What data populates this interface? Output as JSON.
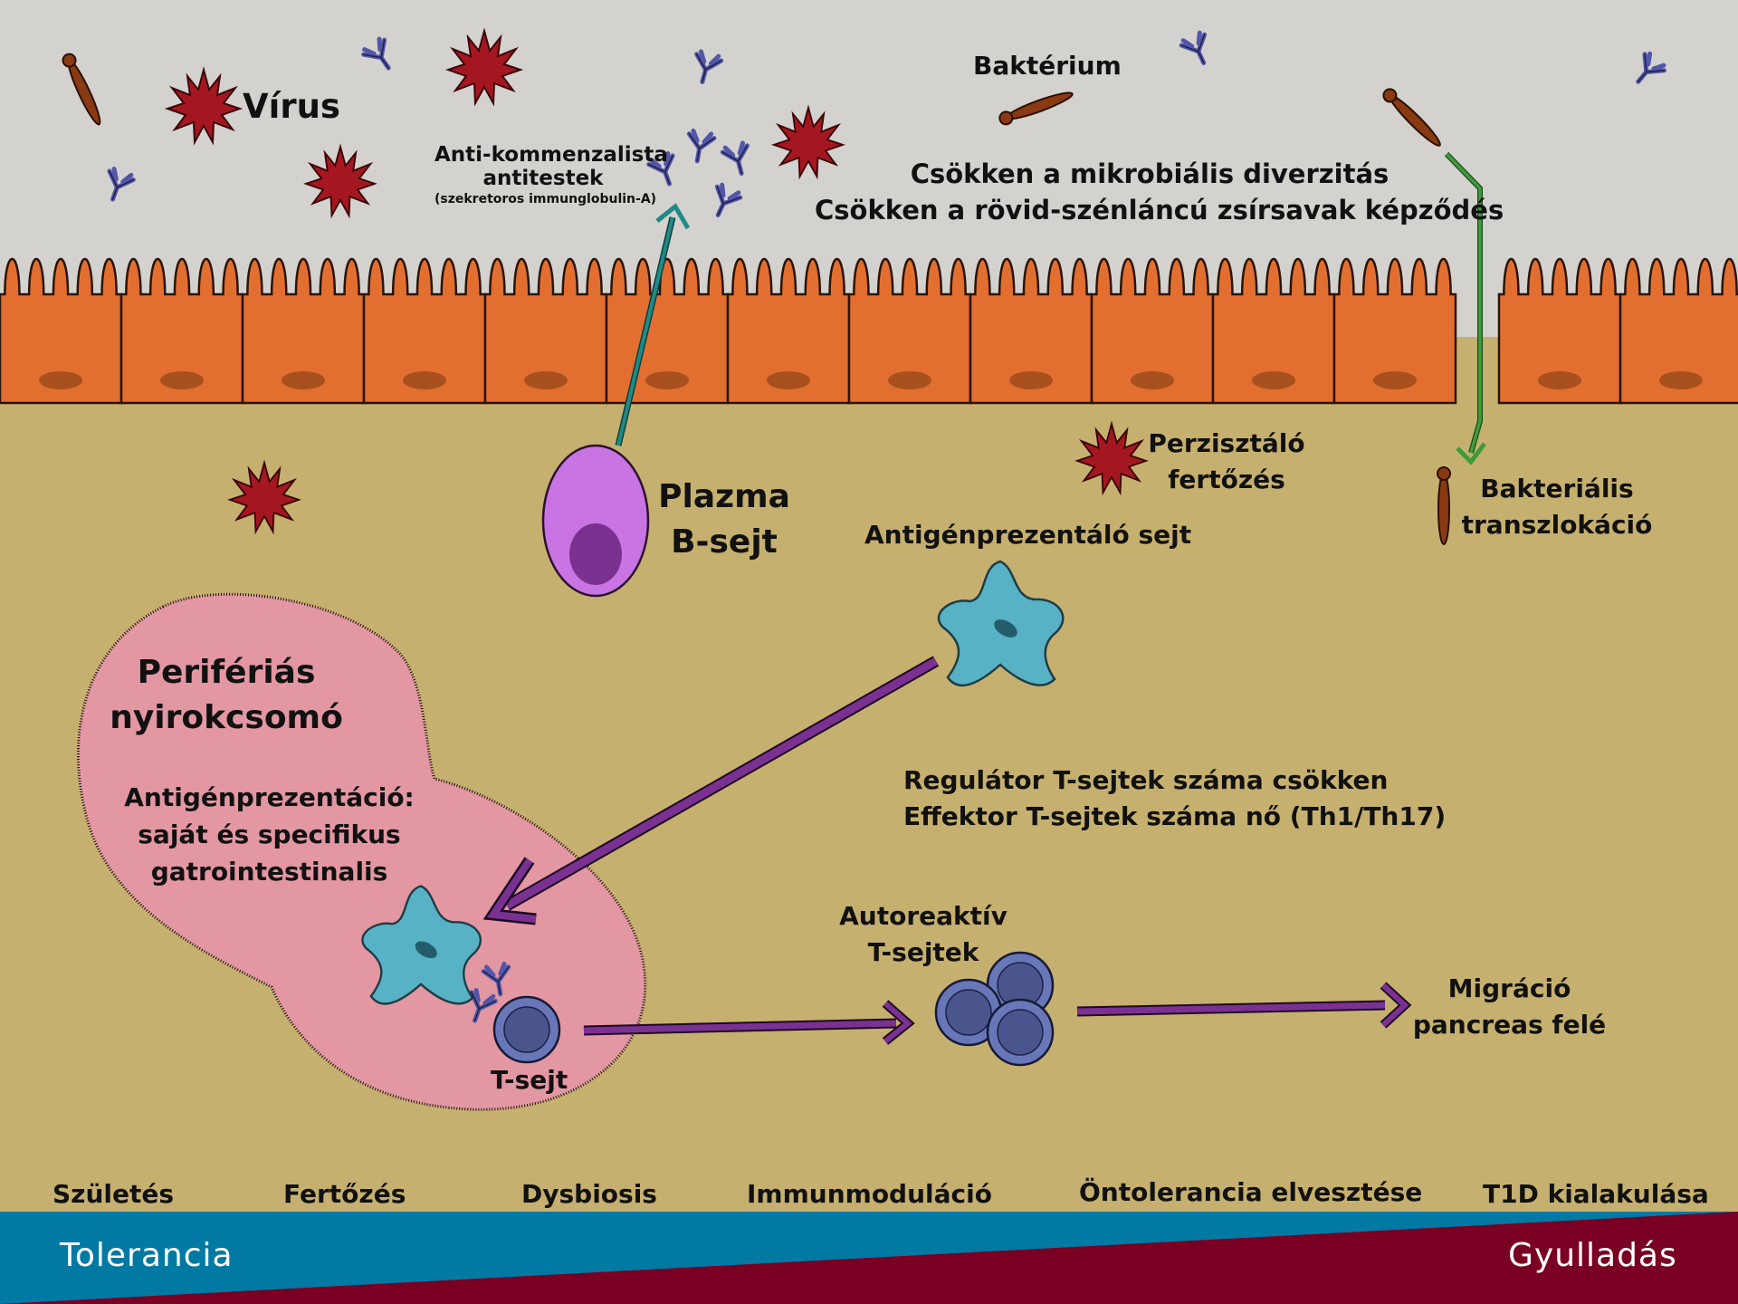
{
  "colors": {
    "lumen": "#d3d2ce",
    "tissue": "#c6b06f",
    "epithelium": "#e26f30",
    "nucleus": "#a8501e",
    "virus": "#a51720",
    "antibody": "#5256a8",
    "bacterium": "#8a3a12",
    "plasma_cell": "#c874e2",
    "plasma_nucleus": "#7a318f",
    "lymph_node": "#e397a2",
    "apc": "#58b2c6",
    "t_cell": "#6877b8",
    "t_cell_nucleus": "#4a558e",
    "purple_arrow": "#7a3192",
    "teal_arrow": "#1f8a86",
    "green_arrow": "#3f9c3c",
    "band_blue": "#0079a3",
    "band_red": "#7a0023"
  },
  "icons": [
    "virus-icon",
    "antibody-icon",
    "bacterium-icon",
    "plasma-cell-icon",
    "antigen-presenting-cell-icon",
    "t-cell-icon"
  ],
  "labels": {
    "virus": "Vírus",
    "bacterium": "Baktérium",
    "antibodies_line1": "Anti-kommenzalista",
    "antibodies_line2": "antitestek",
    "antibodies_note": "(szekretoros immunglobulin-A)",
    "diversity_line1": "Csökken a mikrobiális diverzitás",
    "diversity_line2": "Csökken a rövid-szénláncú zsírsavak képződés",
    "persistent_line1": "Perzisztáló",
    "persistent_line2": "fertőzés",
    "translocation_line1": "Bakteriális",
    "translocation_line2": "transzlokáció",
    "plasma_line1": "Plazma",
    "plasma_line2": "B-sejt",
    "apc": "Antigénprezentáló sejt",
    "lymph_line1": "Perifériás",
    "lymph_line2": "nyirokcsomó",
    "presentation_line1": "Antigénprezentáció:",
    "presentation_line2": "saját és specifikus",
    "presentation_line3": "gatrointestinalis",
    "tcell": "T-sejt",
    "tregs_line1": "Regulátor T-sejtek száma csökken",
    "tregs_line2": "Effektor T-sejtek száma nő (Th1/Th17)",
    "autoreactive_line1": "Autoreaktív",
    "autoreactive_line2": "T-sejtek",
    "migration_line1": "Migráció",
    "migration_line2": "pancreas felé"
  },
  "timeline": [
    "Születés",
    "Fertőzés",
    "Dysbiosis",
    "Immunmoduláció",
    "Öntolerancia elvesztése",
    "T1D kialakulása"
  ],
  "band": {
    "left": "Tolerancia",
    "right": "Gyulladás"
  }
}
